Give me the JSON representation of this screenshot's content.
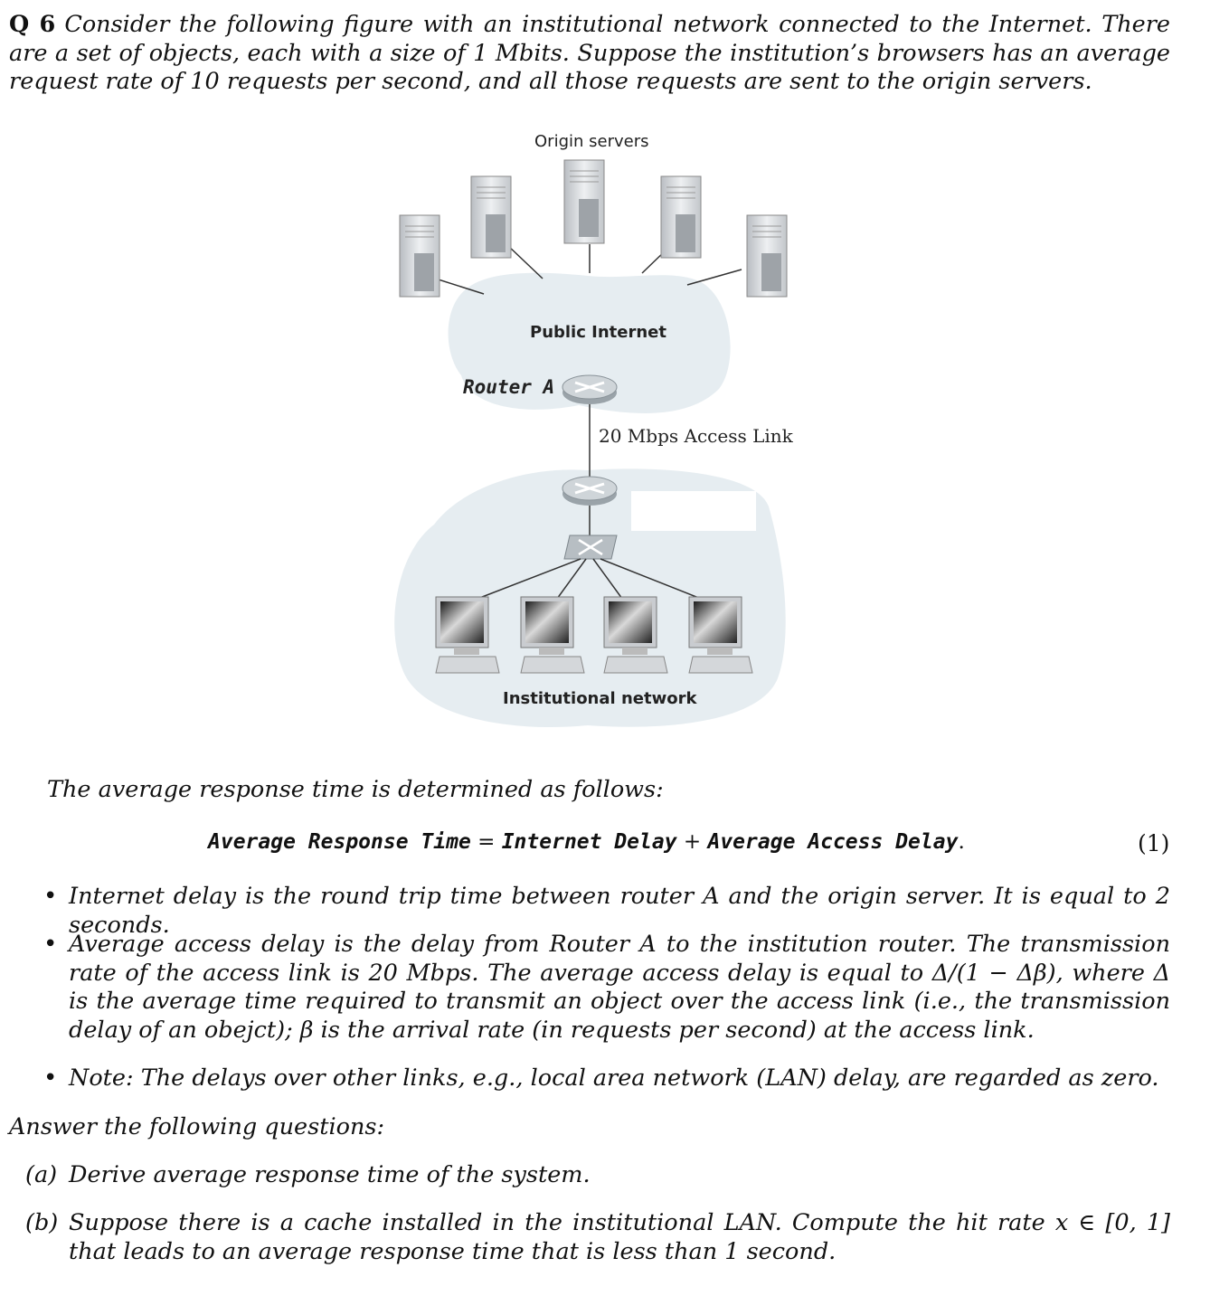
{
  "question": {
    "number": "Q 6",
    "intro": "Consider the following figure with an institutional network connected to the Internet. There are a set of objects, each with a size of 1 Mbits. Suppose the institution’s browsers has an average request rate of 10 requests per second, and all those requests are sent to the origin servers."
  },
  "figure": {
    "origin_label": "Origin servers",
    "public_label": "Public Internet",
    "router_label": "Router A",
    "link_label": "20 Mbps Access Link",
    "institution_label": "Institutional network"
  },
  "body": {
    "lead": "The average response time is determined as follows:",
    "eq_lhs": "Average Response Time",
    "eq_eq": " = ",
    "eq_t1": "Internet Delay",
    "eq_plus": " + ",
    "eq_t2": "Average Access Delay",
    "eq_dot": ".",
    "eq_number": "(1)",
    "bullet1": "Internet delay is the round trip time between router A and the origin server. It is equal to 2 seconds.",
    "bullet2": "Average access delay is the delay from Router A to the institution router. The transmission rate of the access link is 20 Mbps. The average access delay is equal to Δ/(1 − Δβ), where Δ is the average time required to transmit an object over the access link (i.e., the transmission delay of an obejct); β is the arrival rate (in requests per second) at the access link.",
    "bullet3": "Note: The delays over other links, e.g., local area network (LAN) delay, are regarded as zero.",
    "answer_lead": "Answer the following questions:",
    "a_label": "(a)",
    "a_text": "Derive average response time of the system.",
    "b_label": "(b)",
    "b_text": "Suppose there is a cache installed in the institutional LAN. Compute the hit rate x ∈ [0, 1] that leads to an average response time that is less than 1 second."
  }
}
